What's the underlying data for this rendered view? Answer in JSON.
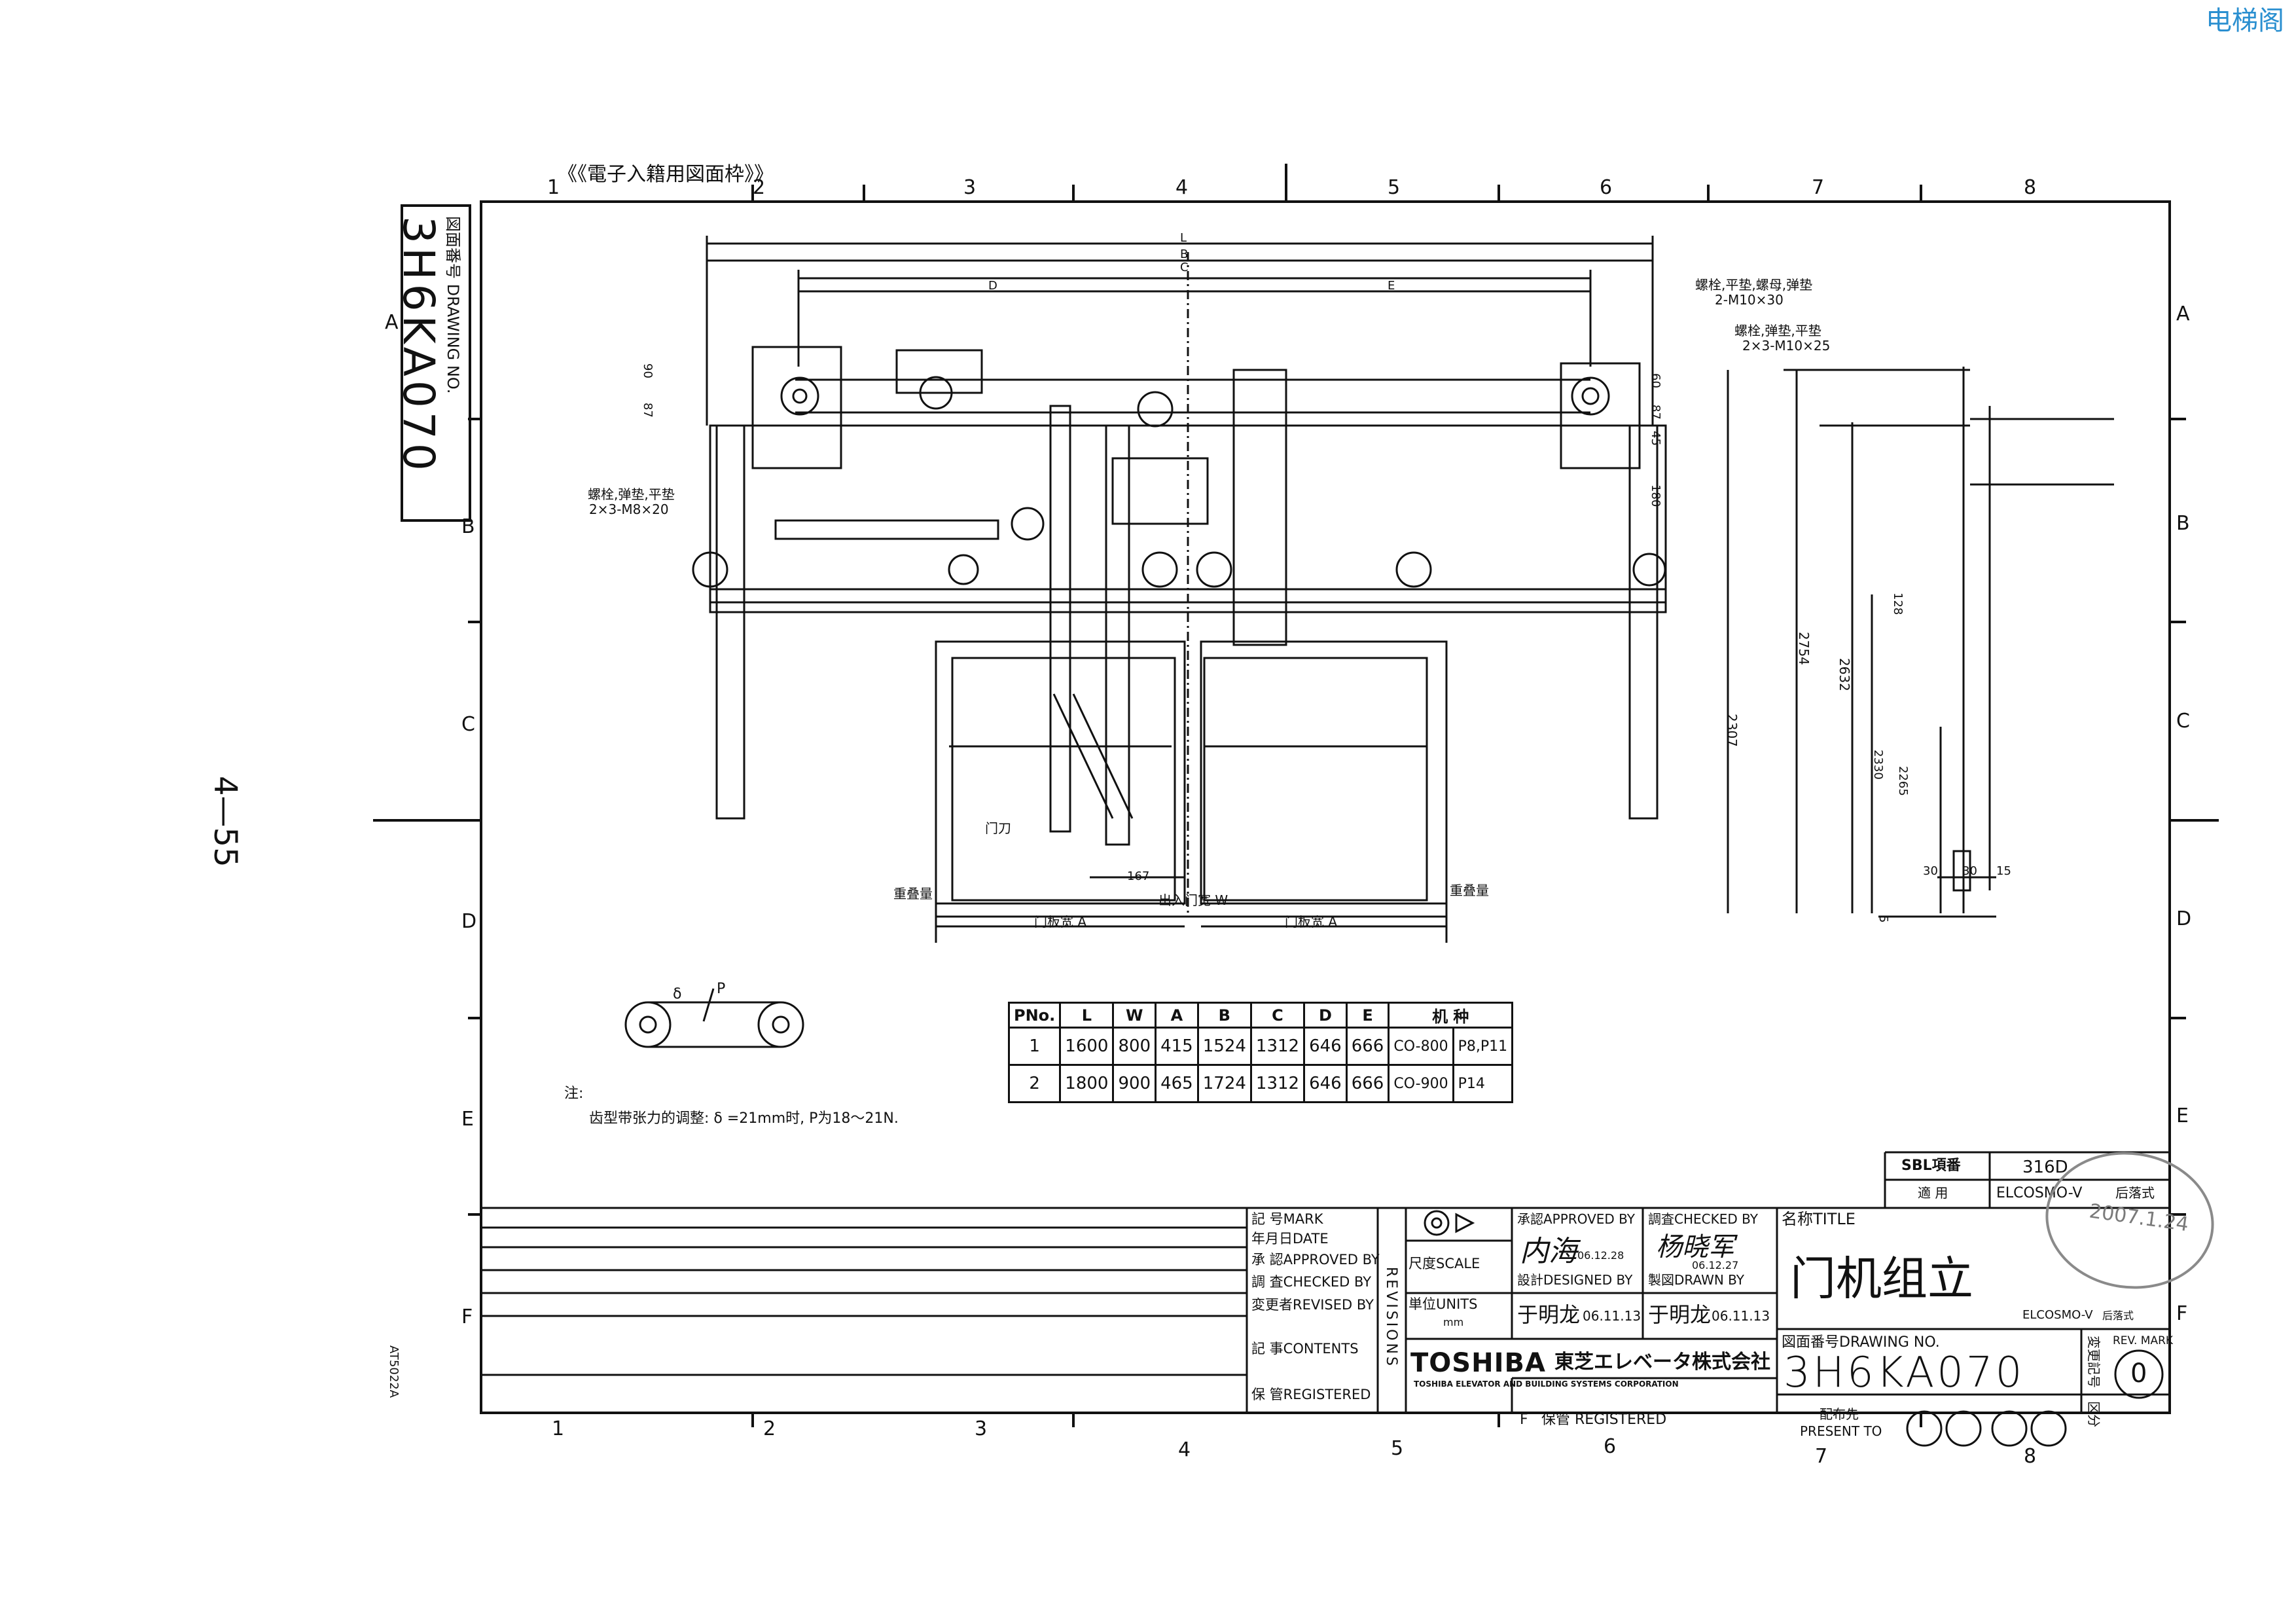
{
  "watermark": "电梯阁",
  "page_number": "4—55",
  "side_code": "AT5022A",
  "frame_header": "《《電子入籍用図面枠》》",
  "drawing_no_side_label": "図面番号 DRAWING NO.",
  "drawing_no": "3H6KA070",
  "grid": {
    "top_cols": [
      "1",
      "2",
      "3",
      "4",
      "5",
      "6",
      "7",
      "8"
    ],
    "bottom_cols": [
      "1",
      "2",
      "3",
      "4",
      "5",
      "6",
      "7",
      "8"
    ],
    "rows": [
      "A",
      "B",
      "C",
      "D",
      "E",
      "F"
    ]
  },
  "callouts": {
    "bolt_top": "螺栓,平垫,螺母,弹垫",
    "bolt_top_spec": "2-M10×30",
    "bolt_mid": "螺栓,弹垫,平垫",
    "bolt_mid_spec": "2×3-M10×25",
    "bolt_left": "螺栓,弹垫,平垫",
    "bolt_left_spec": "2×3-M8×20",
    "door_knife": "门刀",
    "overlap_left": "重叠量",
    "overlap_right": "重叠量",
    "door_width_left": "门板宽  A",
    "door_width_right": "门板宽  A",
    "opening_width": "出入门宽  W",
    "dim_167": "167"
  },
  "dims_top": {
    "L": "L",
    "B": "B",
    "C": "C",
    "D": "D",
    "E": "E"
  },
  "dims_left": [
    "90",
    "87"
  ],
  "dims_right": [
    "60",
    "87",
    "45",
    "180",
    "2307",
    "2754",
    "2632",
    "128",
    "2330",
    "2265",
    "30",
    "30",
    "15",
    "5"
  ],
  "belt_detail": {
    "delta": "δ",
    "p": "P"
  },
  "note": {
    "label": "注:",
    "text": "齿型带张力的调整: δ =21mm时, P为18～21N."
  },
  "spec_table": {
    "headers": [
      "PNo.",
      "L",
      "W",
      "A",
      "B",
      "C",
      "D",
      "E",
      "机  种"
    ],
    "rows": [
      [
        "1",
        "1600",
        "800",
        "415",
        "1524",
        "1312",
        "646",
        "666",
        "CO-800",
        "P8,P11"
      ],
      [
        "2",
        "1800",
        "900",
        "465",
        "1724",
        "1312",
        "646",
        "666",
        "CO-900",
        "P14"
      ]
    ]
  },
  "sbl": {
    "label1": "SBL項番",
    "value1": "316D",
    "label2": "適  用",
    "value2": "ELCOSMO-V",
    "value2_suffix": "后落式"
  },
  "title_block": {
    "revisions_label": "REVISIONS",
    "mark_label": "記  号MARK",
    "date_label": "年月日DATE",
    "approved_label": "承  認APPROVED BY",
    "checked_label": "調  査CHECKED BY",
    "revised_label": "変更者REVISED BY",
    "contents_label": "記  事CONTENTS",
    "registered_label": "保  管REGISTERED",
    "scale_label": "尺度SCALE",
    "units_label": "単位UNITS",
    "units_value": "mm",
    "approved_by_label": "承認APPROVED BY",
    "checked_by_label": "調査CHECKED BY",
    "designed_by_label": "設計DESIGNED BY",
    "drawn_by_label": "製図DRAWN BY",
    "approved_by": "内海",
    "approved_date": "06.12.28",
    "checked_by": "杨晓军",
    "checked_date": "06.12.27",
    "designed_by": "于明龙",
    "designed_date": "06.11.13",
    "drawn_by": "于明龙",
    "drawn_date": "06.11.13",
    "company_logo": "TOSHIBA",
    "company_jp": "東芝エレベータ株式会社",
    "company_en": "TOSHIBA ELEVATOR AND BUILDING SYSTEMS CORPORATION",
    "title_label": "名称TITLE",
    "title": "门机组立",
    "title_sub": "ELCOSMO-V",
    "title_sub2": "后落式",
    "drawing_no_label": "図面番号DRAWING NO.",
    "drawing_no": "3H6KA070",
    "present_to_label": "配布先",
    "present_to_en": "PRESENT TO",
    "registered_bottom": "保管 REGISTERED",
    "f_mark": "F",
    "rev_mark_label": "REV. MARK",
    "rev_mark": "0",
    "rev_side_label": "変更記号",
    "district_label": "区分"
  },
  "stamp": {
    "date": "2007.1.24"
  }
}
